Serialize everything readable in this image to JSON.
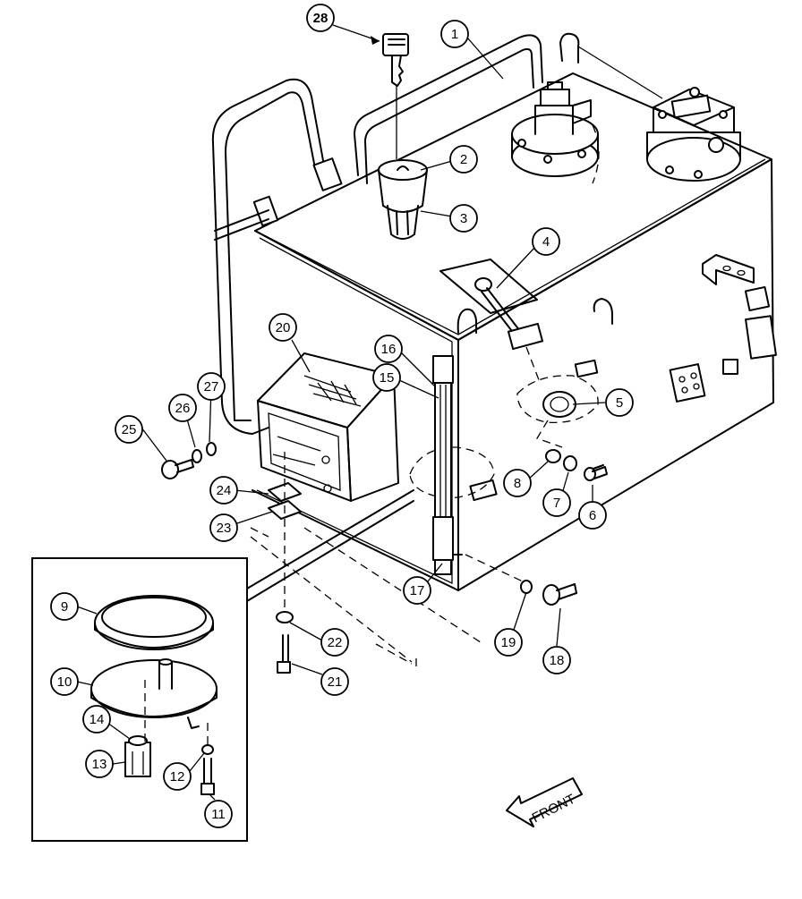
{
  "callouts": [
    {
      "id": "c1",
      "label": "1"
    },
    {
      "id": "c2",
      "label": "2"
    },
    {
      "id": "c3",
      "label": "3"
    },
    {
      "id": "c4",
      "label": "4"
    },
    {
      "id": "c5",
      "label": "5"
    },
    {
      "id": "c6",
      "label": "6"
    },
    {
      "id": "c7",
      "label": "7"
    },
    {
      "id": "c8",
      "label": "8"
    },
    {
      "id": "c9",
      "label": "9"
    },
    {
      "id": "c10",
      "label": "10"
    },
    {
      "id": "c11",
      "label": "11"
    },
    {
      "id": "c12",
      "label": "12"
    },
    {
      "id": "c13",
      "label": "13"
    },
    {
      "id": "c14",
      "label": "14"
    },
    {
      "id": "c15",
      "label": "15"
    },
    {
      "id": "c16",
      "label": "16"
    },
    {
      "id": "c17",
      "label": "17"
    },
    {
      "id": "c18",
      "label": "18"
    },
    {
      "id": "c19",
      "label": "19"
    },
    {
      "id": "c20",
      "label": "20"
    },
    {
      "id": "c21",
      "label": "21"
    },
    {
      "id": "c22",
      "label": "22"
    },
    {
      "id": "c23",
      "label": "23"
    },
    {
      "id": "c24",
      "label": "24"
    },
    {
      "id": "c25",
      "label": "25"
    },
    {
      "id": "c26",
      "label": "26"
    },
    {
      "id": "c27",
      "label": "27"
    },
    {
      "id": "c28",
      "label": "28"
    }
  ],
  "front_arrow_label": "FRONT"
}
